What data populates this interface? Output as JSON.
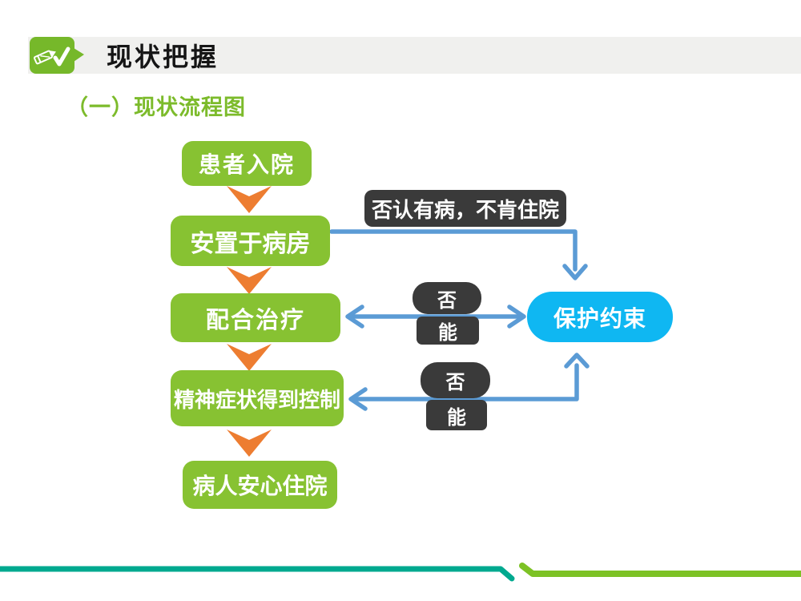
{
  "header": {
    "title": "现状把握",
    "icon": "pencil-check-icon"
  },
  "subtitle": "（一）现状流程图",
  "flow": {
    "steps": [
      "患者入院",
      "安置于病房",
      "配合治疗",
      "精神症状得到控制",
      "病人安心住院"
    ],
    "callout": "否认有病，不肯住院",
    "restraint": "保护约束",
    "decisions": [
      {
        "no": "否",
        "can": "能"
      },
      {
        "no": "否",
        "can": "能"
      }
    ],
    "step_connector_icon": "chevron-down-arrow-icon",
    "branch_connector_icon": "blue-elbow-arrow-icon"
  },
  "colors": {
    "step_box_green": "#87c232",
    "badge_green": "#76b82a",
    "subtitle_green": "#7cbb2b",
    "header_strip_gray": "#f0f0ee",
    "orange_arrow": "#ed7d31",
    "dark_box": "#3a3a3a",
    "restraint_blue": "#0fb7f2",
    "connector_blue": "#5b9bd5",
    "footer_teal": "#00a98f",
    "footer_green": "#7dc225",
    "title_text": "#151515",
    "box_text": "#ffffff"
  }
}
